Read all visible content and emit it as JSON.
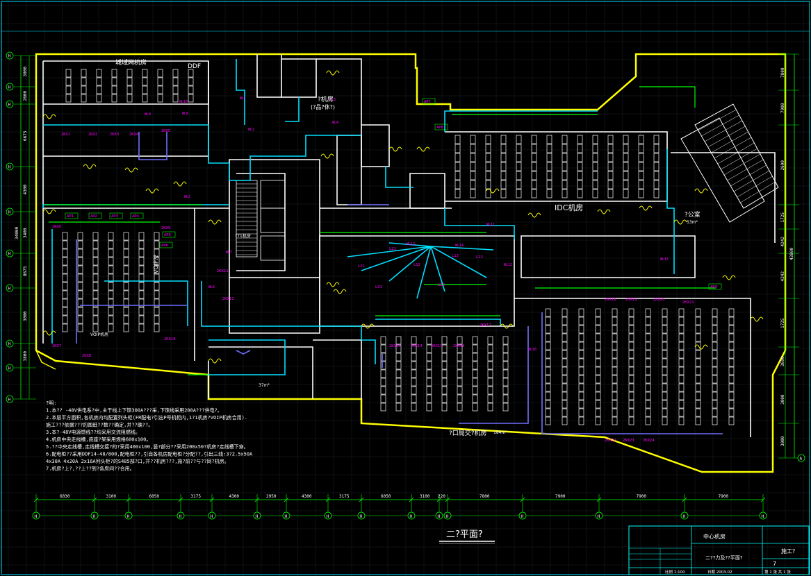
{
  "drawing_title": "二?平面?",
  "rooms": {
    "top_left": "城域网机房",
    "ddf": "DDF",
    "center_top": "?机房",
    "center_top_sub": "(?品?休?)",
    "idc": "IDC机房",
    "voip": "VOIP??",
    "voip_room": "VOIP机房",
    "office": "?公室",
    "office_area": "53m²",
    "bottom_center": "?口局交?机房",
    "bottom_center_area": "184m²",
    "small_room_area": "37m²",
    "stair": "?71机房"
  },
  "notes": [
    "?明:",
    "1.本?? -48V供电系?中,主干线上下馈300A???采,下馈线采用200A???供电?。",
    "2.本层平方面积,各机房内均配置列头柜(FR配电?引出P号机柜内,1?1机房?VOIP机房合用).",
    "  施工???依据???的图纸??数??确定,并??确??。",
    "3.本?-48V电源馈线??均采用交流阻燃线。",
    "4.机房中央走线槽,底座?架采用规格600x100。",
    "5.??中央走线槽,走线槽交接?的?采用400x100,竖?部分??采用200x50?机房?走线槽下穿。",
    "6.配电柜??采用DDF14-48/800,配电柜??,引自各机房配电柜?分配??,引出三线:3?2.5x50A",
    "  4x30A   4x20A   2x16A列头柜?的S485部?口,并??机房???,施?前??与??同?机房。",
    "7.机房?上?,??上??到?各房间??合用。"
  ],
  "left_dimensions": [
    "3000",
    "2600",
    "6675",
    "4300",
    "3400",
    "8675",
    "3000",
    "3800"
  ],
  "left_total": "34000",
  "right_dimensions": [
    "7800",
    "7900",
    "2690",
    "1725",
    "4242",
    "4242",
    "1725",
    "3690",
    "3000",
    "3000"
  ],
  "right_total": "43800",
  "bottom_dimensions": [
    "6030",
    "3100",
    "6050",
    "3175",
    "4300",
    "2950",
    "4300",
    "3175",
    "6050",
    "3100",
    "220",
    "7800",
    "7900",
    "7900",
    "7900"
  ],
  "column_labels": [
    "H",
    "H",
    "H",
    "H",
    "H",
    "H",
    "H",
    "H",
    "H",
    "H",
    "H",
    "H",
    "H",
    "H",
    "H"
  ],
  "row_labels": [
    "H",
    "H",
    "H",
    "H",
    "H",
    "H",
    "H",
    "H",
    "H",
    "H"
  ],
  "right_row_label": "A",
  "title_block": {
    "project": "中心机房",
    "drawing_name": "二??力及??平面?",
    "stage": "施工?",
    "sheet_no": "7",
    "scale": "比例 1:100",
    "date": "日期 2003.02",
    "page": "第 1 张 共 1 张"
  },
  "cable_tags": [
    "2KX1",
    "2KX2",
    "2KX3",
    "2KX4",
    "2KX5",
    "2KX6",
    "2KX7",
    "2KX8",
    "2KX9",
    "2KX10",
    "2KX11",
    "2KX12",
    "2KX13",
    "2KX14",
    "2KX15",
    "2KX16",
    "2KX17",
    "2KX18",
    "2KX19",
    "2KX20",
    "2KX21",
    "2KX22",
    "2KX23",
    "2KX24"
  ],
  "panel_tags": [
    "AP1",
    "AP2",
    "AP3",
    "AP4",
    "AP5",
    "AP6",
    "AP7",
    "AP8",
    "AP9"
  ],
  "feeder_tags": [
    "WL1",
    "WL2",
    "WL3",
    "WL4",
    "WL5",
    "WL6",
    "WL7",
    "WL8",
    "WL9",
    "WL10",
    "WL11",
    "WL12",
    "WL13",
    "WL14",
    "WL15",
    "WL16"
  ],
  "light_tags": [
    "L11",
    "L12",
    "L13",
    "L21",
    "L22",
    "L23",
    "L31"
  ],
  "colors": {
    "background": "#000000",
    "wall": "#ffffff",
    "perimeter": "#ffff00",
    "cable_tray": "#00e0ff",
    "dimension": "#00ff00",
    "feeder": "#7070ff",
    "tag": "#ff00ff",
    "title_block": "#00ffff"
  }
}
